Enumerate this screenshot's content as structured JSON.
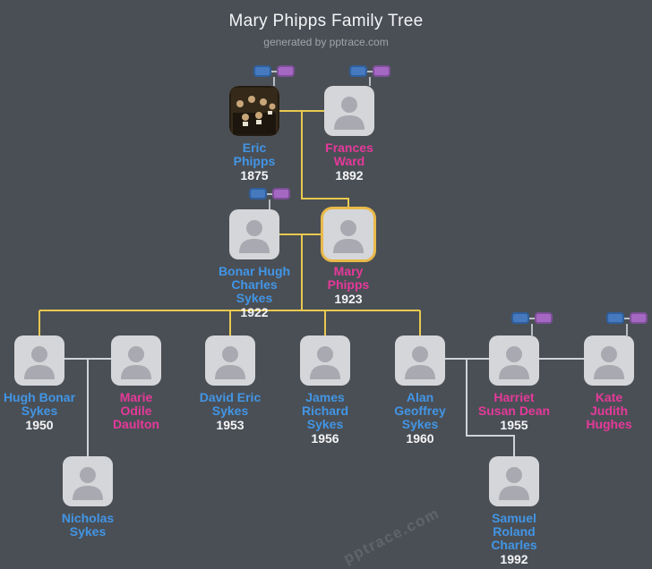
{
  "header": {
    "title": "Mary Phipps Family Tree",
    "subtitle": "generated by pptrace.com"
  },
  "watermark": "pptrace.com",
  "colors": {
    "background": "#4a4f55",
    "male_name": "#4295e5",
    "female_name": "#e5399a",
    "year_text": "#f4f5f7",
    "highlight_border": "#e9b949",
    "lineage_line": "#e9c94f",
    "family_line": "#cfd3d8",
    "chip_blue": "#4679bd",
    "chip_purple": "#a468c2",
    "avatar_bg": "#d5d6d9"
  },
  "icons": {
    "person_silhouette": "person-silhouette-icon",
    "portrait": "eric-phipps-portrait-painting",
    "chip_blue": "collapsed-male-ancestor-chip",
    "chip_purple": "collapsed-female-ancestor-chip"
  },
  "people": [
    {
      "id": "eric-phipps",
      "name": "Eric\nPhipps",
      "year": "1875",
      "gender": "male",
      "portrait": true
    },
    {
      "id": "frances-ward",
      "name": "Frances\nWard",
      "year": "1892",
      "gender": "female"
    },
    {
      "id": "bonar-hugh-charles-sykes",
      "name": "Bonar Hugh\nCharles\nSykes",
      "year": "1922",
      "gender": "male"
    },
    {
      "id": "mary-phipps",
      "name": "Mary\nPhipps",
      "year": "1923",
      "gender": "female",
      "highlighted": true
    },
    {
      "id": "hugh-bonar-sykes",
      "name": "Hugh Bonar\nSykes",
      "year": "1950",
      "gender": "male"
    },
    {
      "id": "marie-odile-daulton",
      "name": "Marie\nOdile\nDaulton",
      "year": "",
      "gender": "female"
    },
    {
      "id": "david-eric-sykes",
      "name": "David Eric\nSykes",
      "year": "1953",
      "gender": "male"
    },
    {
      "id": "james-richard-sykes",
      "name": "James\nRichard\nSykes",
      "year": "1956",
      "gender": "male"
    },
    {
      "id": "alan-geoffrey-sykes",
      "name": "Alan\nGeoffrey\nSykes",
      "year": "1960",
      "gender": "male"
    },
    {
      "id": "harriet-susan-dean",
      "name": "Harriet\nSusan Dean",
      "year": "1955",
      "gender": "female"
    },
    {
      "id": "kate-judith-hughes",
      "name": "Kate\nJudith\nHughes",
      "year": "",
      "gender": "female"
    },
    {
      "id": "nicholas-sykes",
      "name": "Nicholas\nSykes",
      "year": "",
      "gender": "male"
    },
    {
      "id": "samuel-roland-charles",
      "name": "Samuel\nRoland\nCharles",
      "year": "1992",
      "gender": "male"
    }
  ],
  "ancestor_chips": [
    {
      "above": "eric-phipps"
    },
    {
      "above": "frances-ward"
    },
    {
      "above": "bonar-hugh-charles-sykes"
    },
    {
      "above": "harriet-susan-dean"
    },
    {
      "above": "kate-judith-hughes"
    }
  ]
}
